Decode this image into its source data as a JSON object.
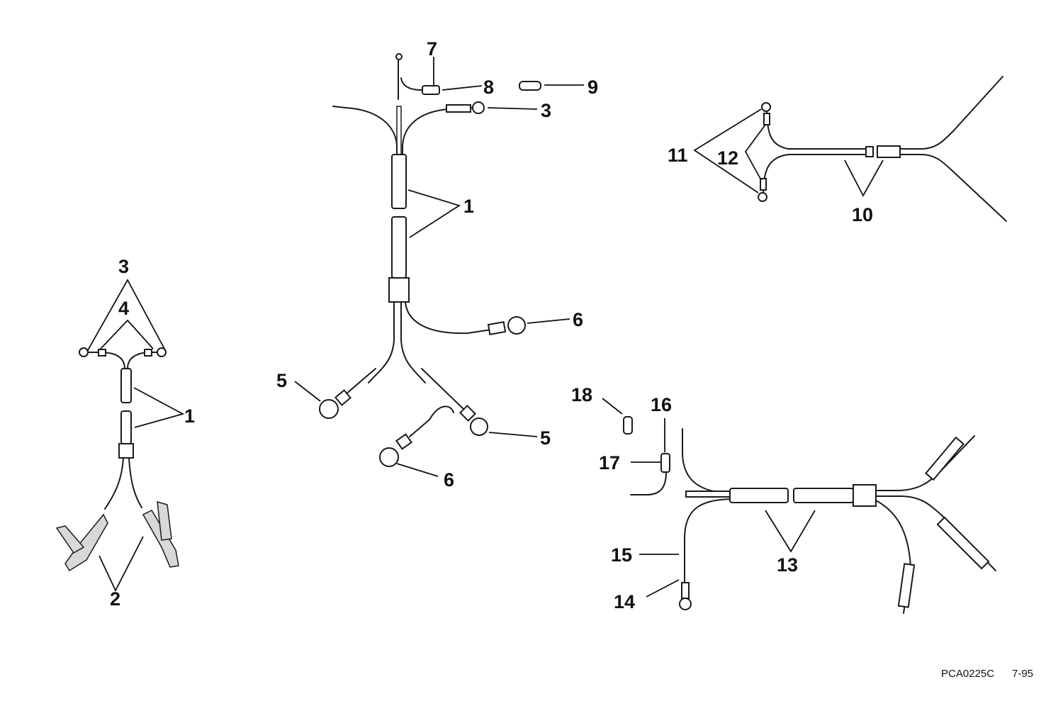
{
  "diagram": {
    "callouts": {
      "a3": "3",
      "a4": "4",
      "a1": "1",
      "a2": "2",
      "b7": "7",
      "b8": "8",
      "b9": "9",
      "b3": "3",
      "b1": "1",
      "b6a": "6",
      "b5a": "5",
      "b5b": "5",
      "b6b": "6",
      "c11": "11",
      "c12": "12",
      "c10": "10",
      "d18": "18",
      "d16": "16",
      "d17": "17",
      "d15": "15",
      "d14": "14",
      "d13": "13"
    },
    "footer": {
      "part_code": "PCA0225C",
      "date_code": "7-95"
    }
  }
}
